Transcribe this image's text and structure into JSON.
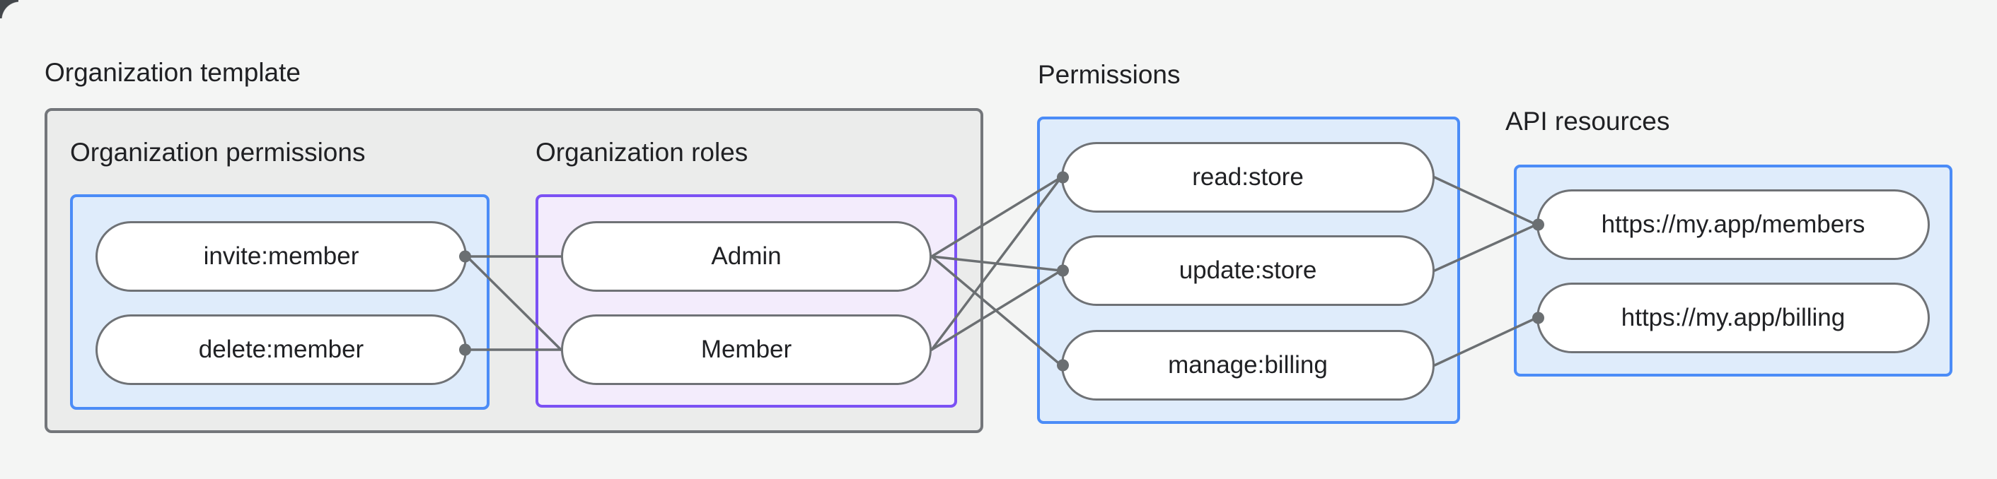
{
  "org_template": {
    "label": "Organization template",
    "org_permissions": {
      "title": "Organization permissions",
      "nodes": {
        "invite": "invite:member",
        "delete": "delete:member"
      }
    },
    "org_roles": {
      "title": "Organization roles",
      "nodes": {
        "admin": "Admin",
        "member": "Member"
      }
    }
  },
  "permissions": {
    "title": "Permissions",
    "nodes": {
      "read": "read:store",
      "update": "update:store",
      "manage": "manage:billing"
    }
  },
  "api_resources": {
    "title": "API resources",
    "nodes": {
      "members": "https://my.app/members",
      "billing": "https://my.app/billing"
    }
  },
  "edges": [
    [
      "invite",
      "admin"
    ],
    [
      "invite",
      "member"
    ],
    [
      "delete",
      "member"
    ],
    [
      "admin",
      "read"
    ],
    [
      "admin",
      "update"
    ],
    [
      "admin",
      "manage"
    ],
    [
      "member",
      "read"
    ],
    [
      "member",
      "update"
    ],
    [
      "read",
      "members"
    ],
    [
      "update",
      "members"
    ],
    [
      "manage",
      "billing"
    ]
  ],
  "colors": {
    "background": "#f4f5f4",
    "frame_fill": "#ebeceb",
    "frame_border": "#73767a",
    "blue_fill": "#dfecfb",
    "blue_border": "#4b8cf7",
    "purple_fill": "#f3ecfc",
    "purple_border": "#7b51f4",
    "node_border": "#6f7276",
    "wire": "#6b6f72",
    "text": "#202124"
  }
}
